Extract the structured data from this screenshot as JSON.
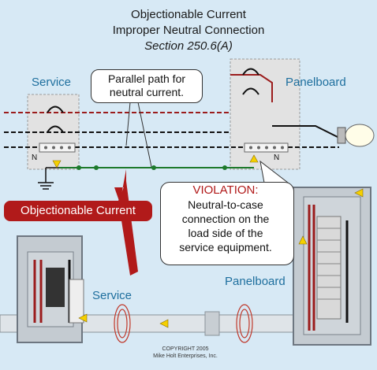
{
  "title": {
    "line1": "Objectionable Current",
    "line2": "Improper Neutral Connection",
    "line3": "Section 250.6(A)"
  },
  "labels": {
    "service_top": "Service",
    "panelboard_top": "Panelboard",
    "service_bottom": "Service",
    "panelboard_bottom": "Panelboard",
    "neutral_left": "N",
    "neutral_right": "N"
  },
  "callouts": {
    "parallel_line1": "Parallel path for",
    "parallel_line2": "neutral current.",
    "objectionable": "Objectionable Current",
    "violation_heading": "VIOLATION:",
    "violation_line1": "Neutral-to-case",
    "violation_line2": "connection on the",
    "violation_line3": "load side of the",
    "violation_line4": "service equipment."
  },
  "copyright": {
    "line1": "COPYRIGHT 2005",
    "line2": "Mike Holt Enterprises, Inc."
  },
  "colors": {
    "background": "#d7e9f5",
    "label_blue": "#1e6f9e",
    "violation_red": "#b11a1a",
    "current_arrow": "#f5d000"
  }
}
